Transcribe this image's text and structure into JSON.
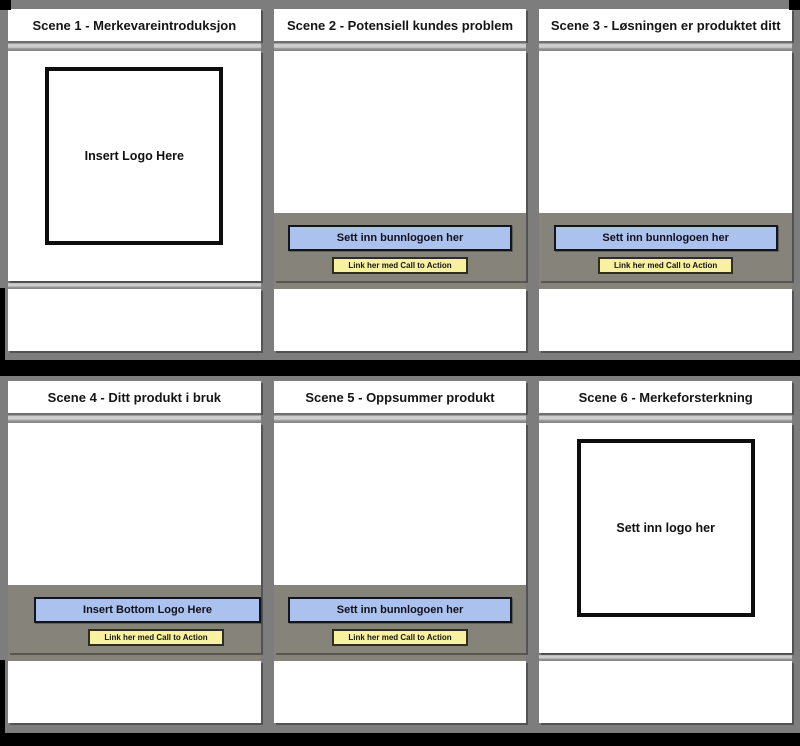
{
  "doc": {
    "kind": "video-storyboard-template",
    "language": "Norwegian"
  },
  "colors": {
    "frame_gray": "#7d7d7d",
    "band_gray": "#86837a",
    "banner_blue": "#abc2ee",
    "cta_yellow": "#f8f1a0",
    "panel_white": "#ffffff",
    "black": "#000000"
  },
  "scenes": [
    {
      "title": "Scene 1 - Merkevareintroduksjon",
      "type": "logo",
      "logo_label": "Insert Logo Here"
    },
    {
      "title": "Scene 2 - Potensiell kundes problem",
      "type": "banner",
      "banner_label": "Sett inn bunnlogoen her",
      "cta_label": "Link her med Call to Action"
    },
    {
      "title": "Scene 3 - Løsningen er produktet ditt",
      "type": "banner",
      "banner_label": "Sett inn bunnlogoen her",
      "cta_label": "Link her med Call to Action"
    },
    {
      "title": "Scene 4 - Ditt produkt i bruk",
      "type": "banner",
      "banner_label": "Insert Bottom Logo Here",
      "cta_label": "Link her med Call to Action"
    },
    {
      "title": "Scene 5 - Oppsummer produkt",
      "type": "banner",
      "banner_label": "Sett inn bunnlogoen her",
      "cta_label": "Link her med Call to Action"
    },
    {
      "title": "Scene 6 - Merkeforsterkning",
      "type": "logo",
      "logo_label": "Sett inn logo her"
    }
  ]
}
